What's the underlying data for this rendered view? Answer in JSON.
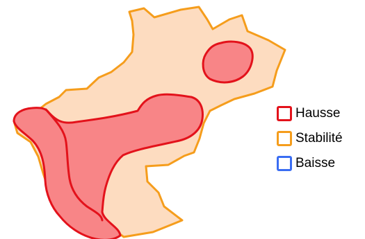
{
  "map": {
    "colors": {
      "territory_fill": "#fddcc0",
      "territory_stroke": "#f59d1c",
      "hausse_fill": "#f88587",
      "hausse_stroke": "#e3121b"
    }
  },
  "legend": {
    "items": [
      {
        "label": "Hausse",
        "border_color": "#e3121b",
        "fill": "#ffffff"
      },
      {
        "label": "Stabilité",
        "border_color": "#f59d1c",
        "fill": "#ffffff"
      },
      {
        "label": "Baisse",
        "border_color": "#3a6df2",
        "fill": "#ffffff"
      }
    ]
  }
}
